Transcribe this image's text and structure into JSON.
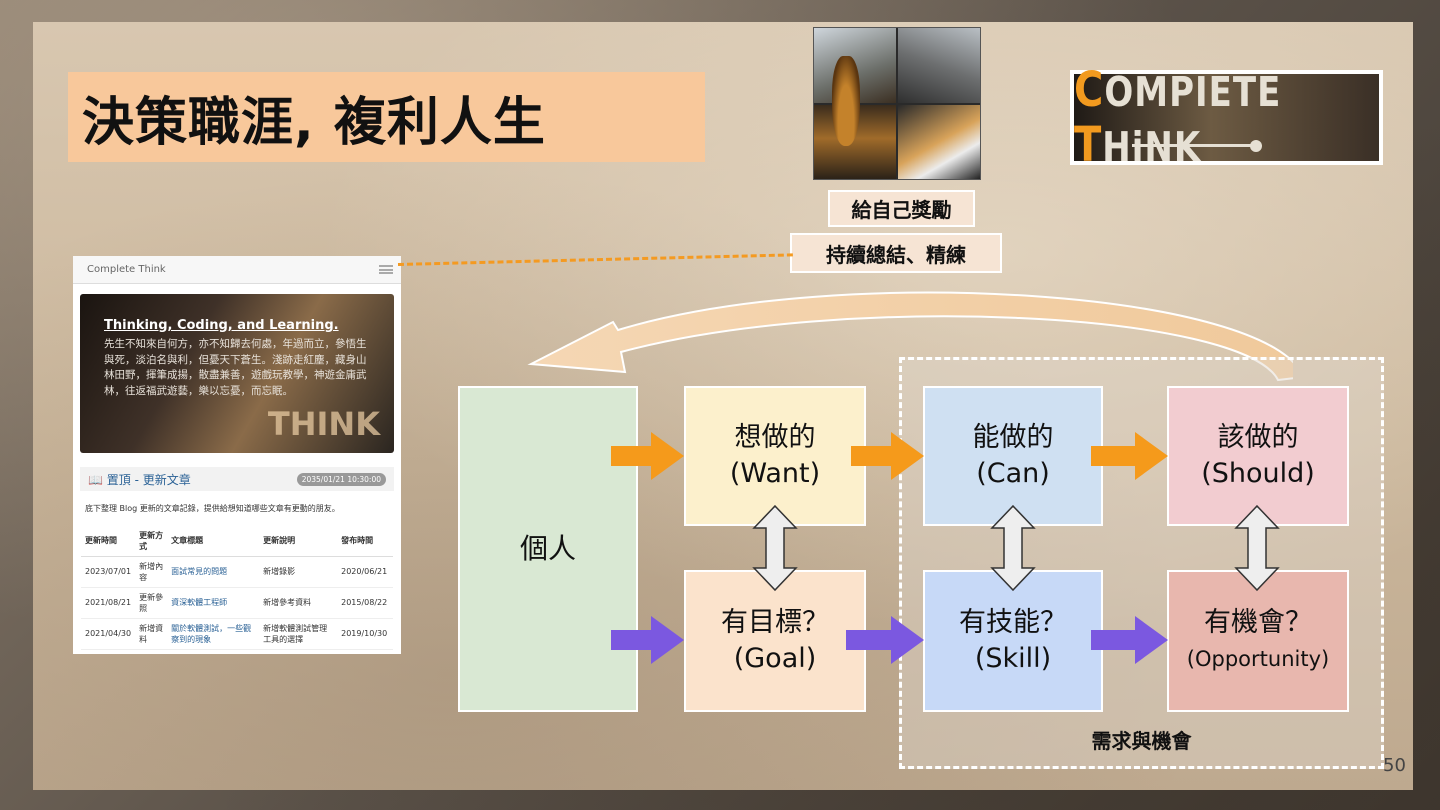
{
  "slide": {
    "title": "決策職涯, 複利人生",
    "page_number": "50"
  },
  "logo": {
    "first_letter": "C",
    "rest_first": "OMPIETE ",
    "second_letter": "T",
    "rest_second": "HiNK"
  },
  "labels": {
    "reward": "給自己獎勵",
    "summarize": "持續總結、精練"
  },
  "website": {
    "nav_title": "Complete Think",
    "hero_title": "Thinking, Coding, and Learning.",
    "hero_body": "先生不知來自何方，亦不知歸去何處，年過而立，參悟生與死，淡泊名與利，但憂天下蒼生。淺跡走紅塵，藏身山林田野，揮筆成揚，散盡兼善，遊戲玩教學，神遊金庸武林，往返福武遊藝，樂以忘憂，而忘眠。",
    "hero_logo": "THINK",
    "section_title": "置頂 - 更新文章",
    "section_badge": "2035/01/21 10:30:00",
    "description": "底下整理 Blog 更新的文章記錄，提供給想知道哪些文章有更動的朋友。",
    "table": {
      "headers": [
        "更新時間",
        "更新方式",
        "文章標題",
        "更新說明",
        "發布時間"
      ],
      "rows": [
        [
          "2023/07/01",
          "新增內容",
          "面試常見的問題",
          "新增錄影",
          "2020/06/21"
        ],
        [
          "2021/08/21",
          "更新參照",
          "資深軟體工程師",
          "新增參考資料",
          "2015/08/22"
        ],
        [
          "2021/04/30",
          "新增資料",
          "關於軟體測試，一些觀察到的現象",
          "新增軟體測試管理工具的選擇",
          "2019/10/30"
        ]
      ]
    }
  },
  "diagram": {
    "person": "個人",
    "want_zh": "想做的",
    "want_en": "(Want)",
    "can_zh": "能做的",
    "can_en": "(Can)",
    "should_zh": "該做的",
    "should_en": "(Should)",
    "goal_zh": "有目標？",
    "goal_en": "(Goal)",
    "skill_zh": "有技能？",
    "skill_en": "(Skill)",
    "opp_zh": "有機會？",
    "opp_en": "(Opportunity)",
    "region_label": "需求與機會"
  },
  "colors": {
    "orange_arrow": "#f59a1b",
    "purple_arrow": "#7b58e0",
    "title_bg": "#f8c89b"
  }
}
